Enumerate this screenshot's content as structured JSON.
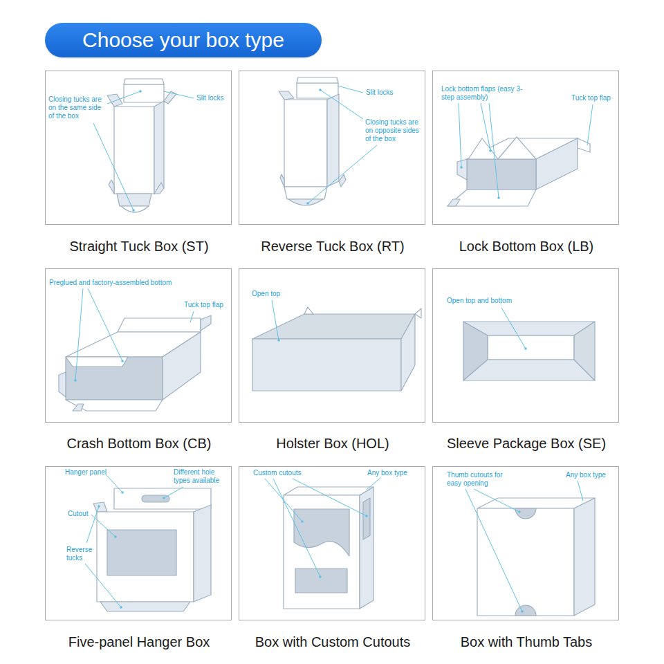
{
  "diagram": {
    "title": "Choose your box type",
    "nodes": [
      {
        "text": [
          "Closing tucks are on the same side of the box",
          "Slit locks",
          "Straight Tuck Box (ST)"
        ]
      },
      {
        "text": [
          "Slit locks",
          "Closing tucks are on opposite sides of the box",
          "Reverse Tuck Box (RT)"
        ]
      },
      {
        "text": [
          "Lock bottom flaps (easy 3-step assembly)",
          "Tuck top flap",
          "Lock Bottom Box (LB)"
        ]
      },
      {
        "text": [
          "Preglued and factory-assembled bottom",
          "Tuck top flap",
          "Crash Bottom Box (CB)"
        ]
      },
      {
        "text": [
          "Open top",
          "Holster Box (HOL)"
        ]
      },
      {
        "text": [
          "Open top and bottom",
          "Sleeve Package Box (SE)"
        ]
      },
      {
        "text": [
          "Hanger panel",
          "Different hole types available",
          "Cutout",
          "Reverse tucks",
          "Five-panel Hanger Box"
        ]
      },
      {
        "text": [
          "Custom cutouts",
          "Any box type",
          "Box with Custom Cutouts"
        ]
      },
      {
        "text": [
          "Thumb cutouts for easy opening",
          "Any box type",
          "Box with Thumb Tabs"
        ]
      }
    ]
  }
}
